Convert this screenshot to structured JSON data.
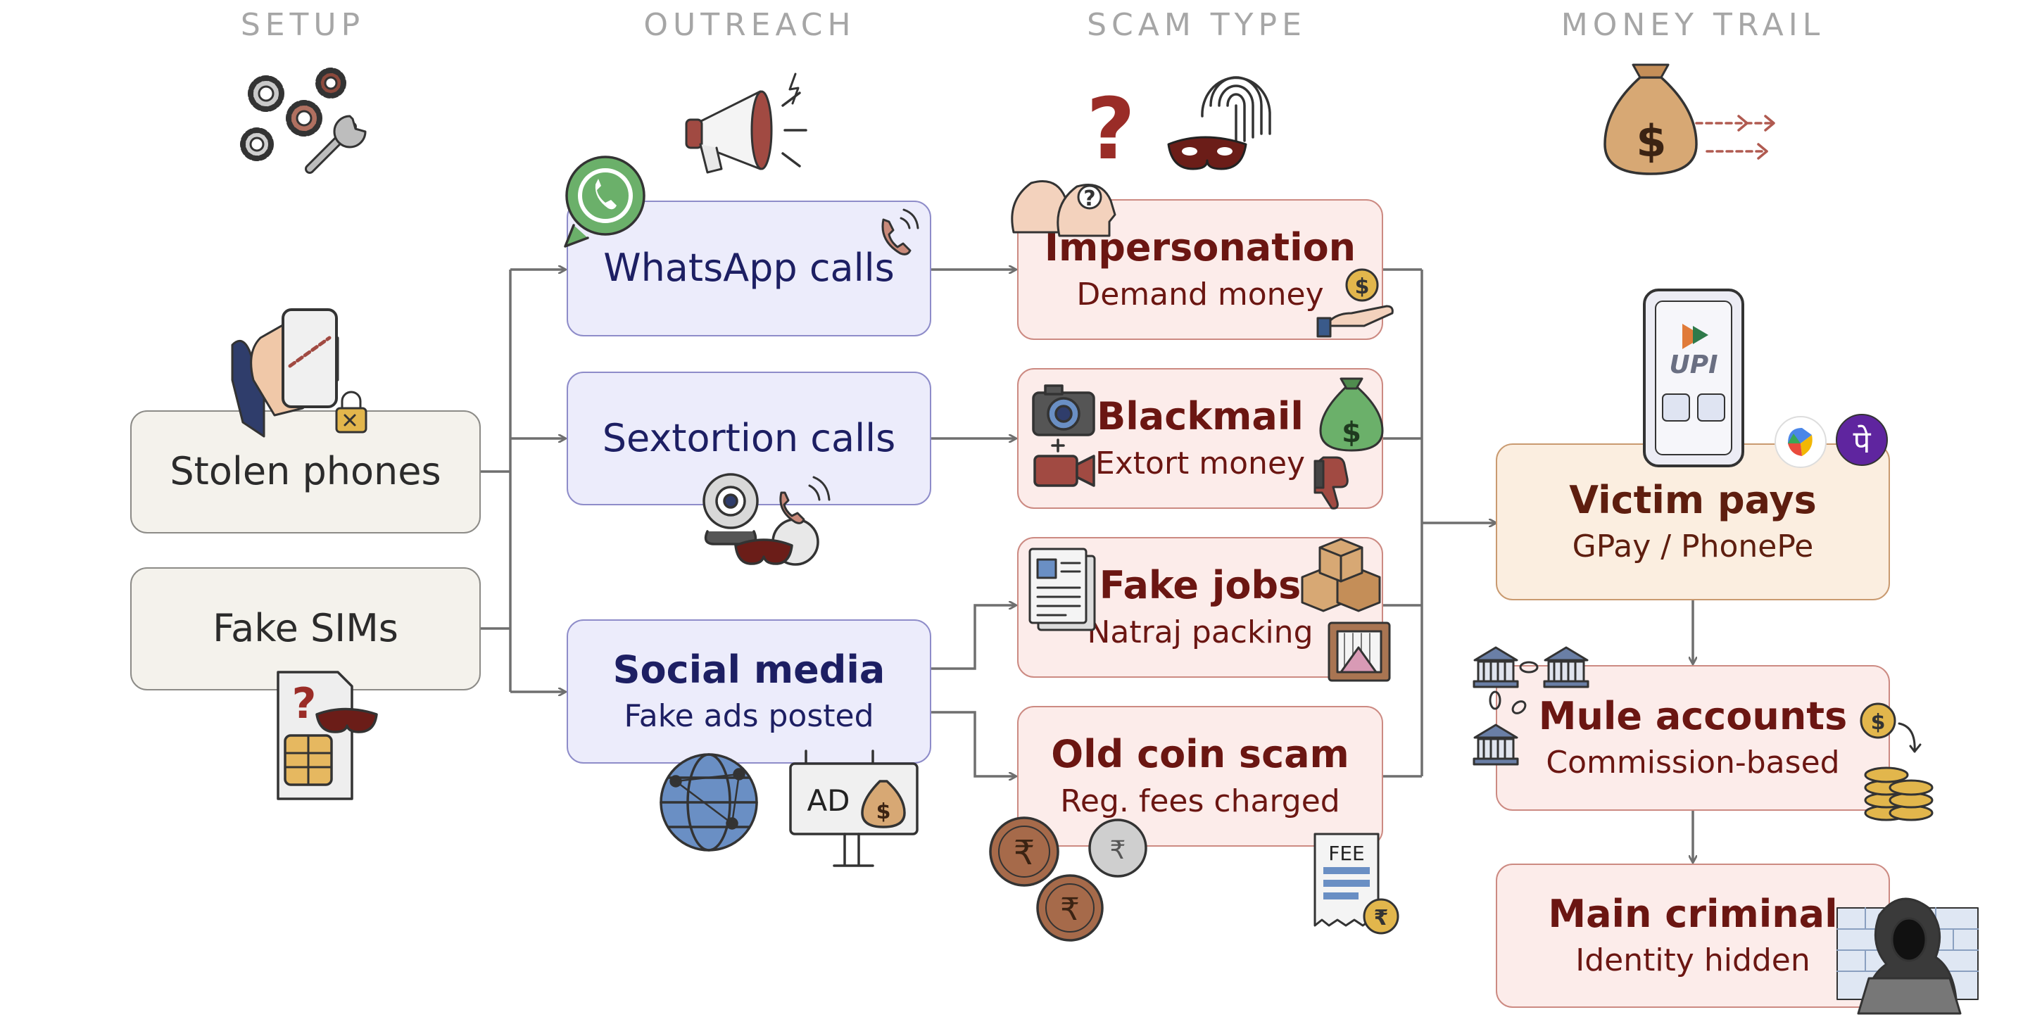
{
  "headers": {
    "setup": "SETUP",
    "outreach": "OUTREACH",
    "scam_type": "SCAM TYPE",
    "money_trail": "MONEY TRAIL"
  },
  "setup": {
    "stolen_phones": "Stolen phones",
    "fake_sims": "Fake SIMs"
  },
  "outreach": {
    "whatsapp_calls": "WhatsApp calls",
    "sextortion_calls": "Sextortion calls",
    "social_media": {
      "title": "Social media",
      "subtitle": "Fake ads posted"
    }
  },
  "scam_type": {
    "impersonation": {
      "title": "Impersonation",
      "subtitle": "Demand money"
    },
    "blackmail": {
      "title": "Blackmail",
      "subtitle": "Extort money"
    },
    "fake_jobs": {
      "title": "Fake jobs",
      "subtitle": "Natraj packing"
    },
    "old_coin_scam": {
      "title": "Old coin scam",
      "subtitle": "Reg. fees charged"
    }
  },
  "money_trail": {
    "victim_pays": {
      "title": "Victim pays",
      "subtitle": "GPay / PhonePe"
    },
    "mule_accounts": {
      "title": "Mule accounts",
      "subtitle": "Commission-based"
    },
    "main_criminal": {
      "title": "Main criminal",
      "subtitle": "Identity hidden"
    }
  },
  "icon_labels": {
    "upi": "UPI",
    "ad": "AD",
    "fee": "FEE",
    "dollar": "$",
    "rupee": "₹",
    "question": "?",
    "phonepe": "पे"
  },
  "colors": {
    "setup_fill": "#f4f2ec",
    "outreach_fill": "#ececfb",
    "scam_fill": "#fcecea",
    "money_fill": "#fbeee0",
    "connector": "#6f6f6f",
    "header_text": "#a6a6a6"
  },
  "icons": [
    "gears-wrench-icon",
    "megaphone-icon",
    "question-fingerprint-mask-icon",
    "money-bag-arrows-icon",
    "hand-phone-lock-icon",
    "sim-card-mask-icon",
    "whatsapp-icon",
    "phone-ring-icon",
    "webcam-mask-icon",
    "globe-icon",
    "ad-billboard-icon",
    "heads-question-icon",
    "hand-coin-icon",
    "camera-icon",
    "video-camera-icon",
    "money-bag-thumbs-icon",
    "resume-document-icon",
    "boxes-icon",
    "loom-icon",
    "coins-icon",
    "fee-receipt-icon",
    "upi-phone-icon",
    "gpay-icon",
    "phonepe-icon",
    "bank-chain-icon",
    "coin-stack-icon",
    "hooded-hacker-icon"
  ]
}
